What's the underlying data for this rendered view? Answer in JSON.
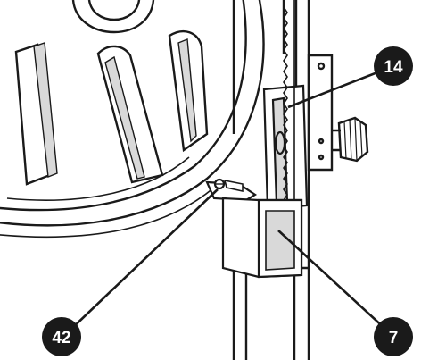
{
  "diagram": {
    "callouts": [
      {
        "id": "callout-14",
        "label": "14"
      },
      {
        "id": "callout-7",
        "label": "7"
      },
      {
        "id": "callout-42",
        "label": "42"
      }
    ],
    "colors": {
      "line": "#1a1a1a",
      "fill": "#ffffff",
      "callout": "#1a1a1a",
      "callout_text": "#ffffff",
      "shade": "#d9d9d9"
    }
  }
}
